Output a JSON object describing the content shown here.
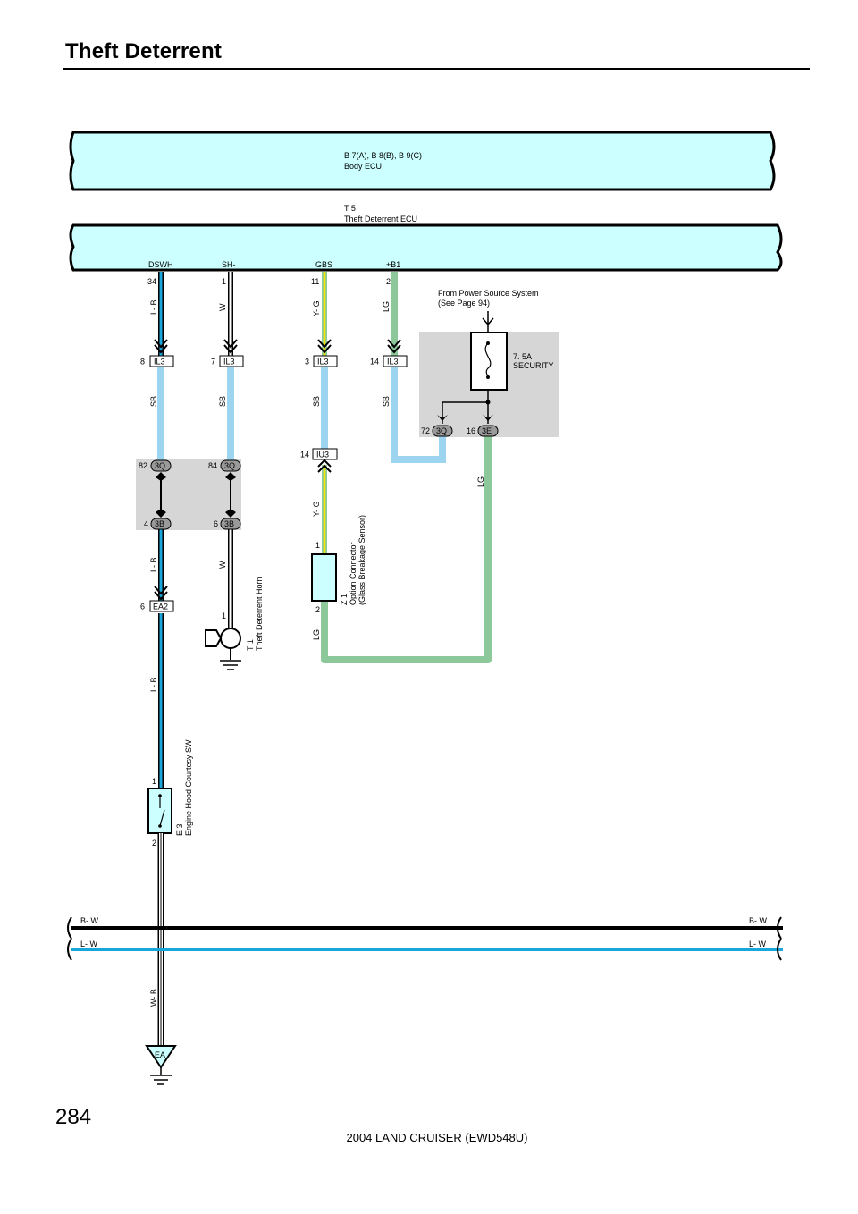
{
  "page": {
    "title": "Theft Deterrent",
    "page_number": "284",
    "footer": "2004 LAND CRUISER (EWD548U)"
  },
  "components": {
    "body_ecu": {
      "code": "B 7(A), B 8(B), B 9(C)",
      "name": "Body ECU"
    },
    "theft_ecu": {
      "code": "T 5",
      "name": "Theft Deterrent ECU"
    },
    "horn": {
      "code": "T 1",
      "name": "Theft Deterrent Horn"
    },
    "option_connector": {
      "code": "Z 1",
      "name": "Option Connector",
      "subname": "(Glass Breakage Sensor)"
    },
    "hood_sw": {
      "code": "E 3",
      "name": "Engine Hood Courtesy SW"
    },
    "fuse": {
      "rating": "7. 5A",
      "name": "SECURITY"
    },
    "power_source": {
      "line1": "From Power Source System",
      "line2": "(See Page 94)"
    },
    "ground_point": "EA"
  },
  "terminals": {
    "dswh": {
      "name": "DSWH",
      "pin": "34"
    },
    "sh": {
      "name": "SH-",
      "pin": "1"
    },
    "gbs": {
      "name": "GBS",
      "pin": "11"
    },
    "b1": {
      "name": "+B1",
      "pin": "2"
    }
  },
  "connectors": {
    "il3_a": {
      "pin": "8",
      "id": "IL3"
    },
    "il3_b": {
      "pin": "7",
      "id": "IL3"
    },
    "il3_c": {
      "pin": "3",
      "id": "IL3"
    },
    "il3_d": {
      "pin": "14",
      "id": "IL3"
    },
    "iu3": {
      "pin": "14",
      "id": "IU3"
    },
    "c3q_a": {
      "pin": "82",
      "id": "3Q"
    },
    "c3q_b": {
      "pin": "84",
      "id": "3Q"
    },
    "c3b_a": {
      "pin": "4",
      "id": "3B"
    },
    "c3b_b": {
      "pin": "6",
      "id": "3B"
    },
    "ea2": {
      "pin": "6",
      "id": "EA2"
    },
    "c3q_jb": {
      "pin": "72",
      "id": "3Q"
    },
    "c3e_jb": {
      "pin": "16",
      "id": "3E"
    },
    "horn_pin": "1",
    "oc_pin1": "1",
    "oc_pin2": "2",
    "sw_pin1": "1",
    "sw_pin2": "2"
  },
  "wires": {
    "lb": "L- B",
    "w": "W",
    "yg": "Y- G",
    "lg": "LG",
    "sb": "SB",
    "bw": "B- W",
    "lw": "L- W",
    "wb": "W- B"
  },
  "colors": {
    "ecu_fill": "#ccffff",
    "light_blue": "#9dd4ef",
    "dark_blue": "#1aa6d8",
    "yellow": "#f2e600",
    "green": "#8dc89b",
    "shade": "#d6d6d6"
  }
}
